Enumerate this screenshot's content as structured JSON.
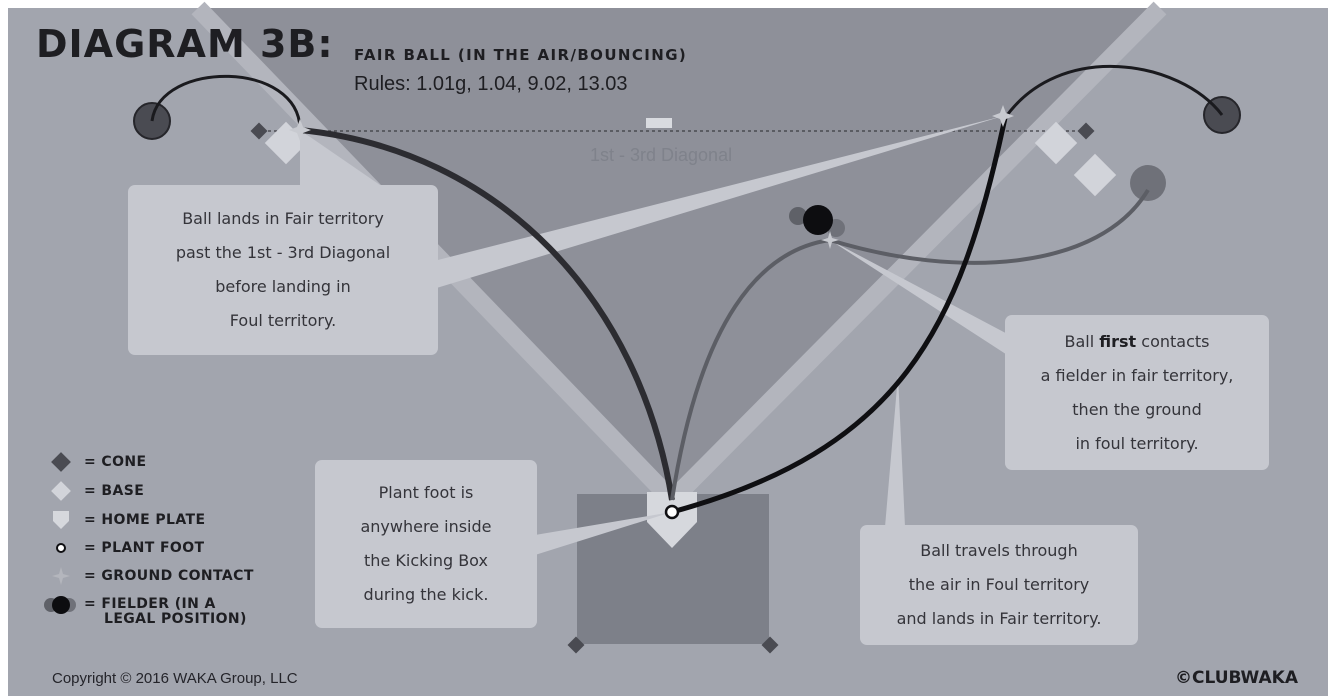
{
  "header": {
    "title": "DIAGRAM 3B:",
    "subtitle": "FAIR BALL (IN THE AIR/BOUNCING)",
    "rules": "Rules: 1.01g, 1.04, 9.02, 13.03"
  },
  "field": {
    "diagonal_label": "1st - 3rd Diagonal"
  },
  "callouts": {
    "fair_territory": [
      "Ball lands in Fair territory",
      "past the 1st - 3rd Diagonal",
      "before landing in",
      "Foul territory."
    ],
    "plant_foot": [
      "Plant foot is",
      "anywhere inside",
      "the Kicking Box",
      "during the kick."
    ],
    "fielder": {
      "line1_pre": "Ball ",
      "line1_bold": "first",
      "line1_post": " contacts",
      "line2": "a fielder in fair territory,",
      "line3": "then the ground",
      "line4": "in foul territory."
    },
    "foul_air": [
      "Ball travels through",
      "the air in Foul territory",
      "and lands in Fair territory."
    ]
  },
  "legend": [
    {
      "symbol": "cone",
      "label": "= CONE"
    },
    {
      "symbol": "base",
      "label": "= BASE"
    },
    {
      "symbol": "home-plate",
      "label": "= HOME PLATE"
    },
    {
      "symbol": "plant-foot",
      "label": "= PLANT FOOT"
    },
    {
      "symbol": "ground-contact",
      "label": "= GROUND CONTACT"
    },
    {
      "symbol": "fielder",
      "label_line1": "= FIELDER (IN A",
      "label_line2": "LEGAL POSITION)"
    }
  ],
  "footer": {
    "copyright": "Copyright © 2016 WAKA Group, LLC",
    "brand": "©CLUBWAKA"
  },
  "colors": {
    "background": "#a2a5ae",
    "fair_territory": "#8e9099",
    "foul_lines": "#b4b6be",
    "callout": "#c6c8cf",
    "ink": "#1e1e22"
  }
}
